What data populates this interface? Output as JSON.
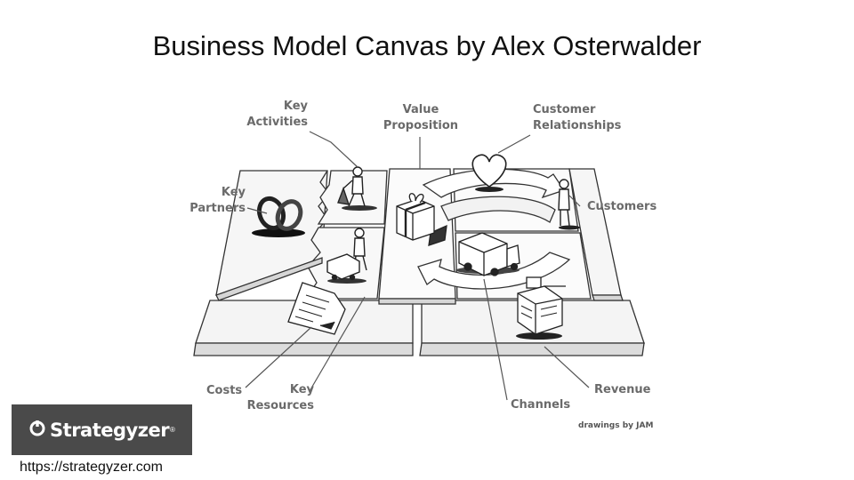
{
  "title": "Business Model Canvas by Alex Osterwalder",
  "labels": {
    "key_activities": [
      "Key",
      "Activities"
    ],
    "value_proposition": [
      "Value",
      "Proposition"
    ],
    "customer_relationships": [
      "Customer",
      "Relationships"
    ],
    "key_partners": [
      "Key",
      "Partners"
    ],
    "customers": "Customers",
    "costs": "Costs",
    "key_resources": [
      "Key",
      "Resources"
    ],
    "channels": "Channels",
    "revenue": "Revenue",
    "credit": "drawings by JAM"
  },
  "logo": {
    "name": "Strategyzer",
    "reg": "®"
  },
  "url": "https://strategyzer.com",
  "colors": {
    "logo_bg": "#4a4a4a",
    "label": "#6a6a6a",
    "ink": "#222222"
  }
}
